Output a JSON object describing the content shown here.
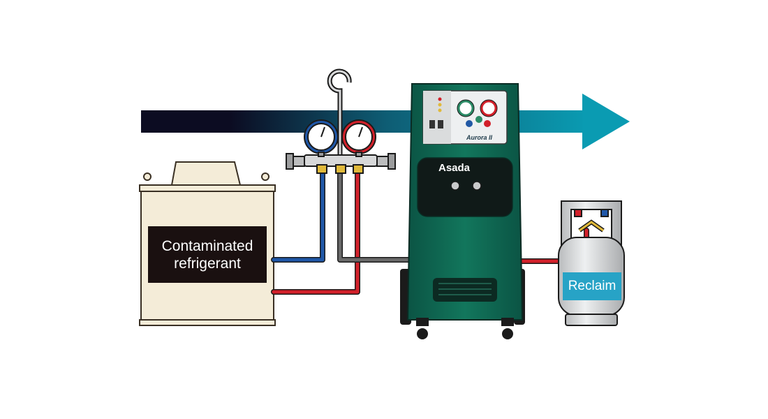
{
  "labels": {
    "source": "Contaminated refrigerant",
    "source_line1": "Contaminated",
    "source_line2": "refrigerant",
    "target": "Reclaim"
  },
  "machine": {
    "brand": "Asada",
    "model": "Aurora II"
  },
  "colors": {
    "flow_arrow_start": "#0c0c22",
    "flow_arrow_end": "#0a9bb2",
    "machine_body": "#0f6e56",
    "low_side_hose": "#1f57a8",
    "high_side_hose": "#d2202a",
    "service_hose": "#5a5a5a",
    "reclaim_label": "#27a3c6",
    "source_tank": "#f4ecd8"
  }
}
